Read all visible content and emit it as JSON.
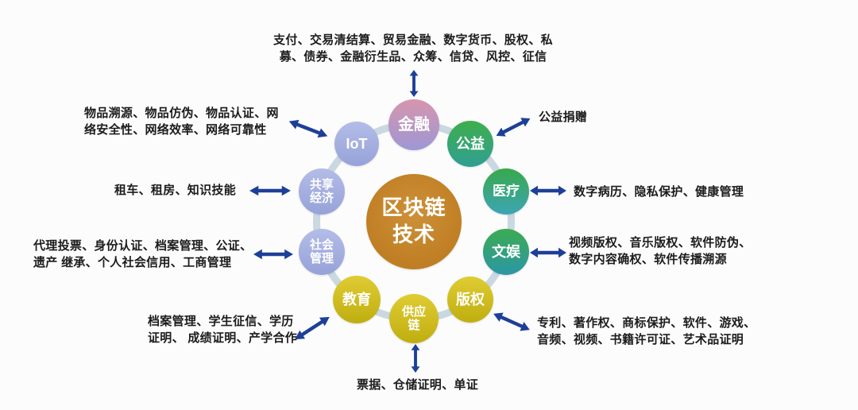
{
  "diagram_title": "区块链技术",
  "center": {
    "label": "区块链技术",
    "fill_color": "#c5852c"
  },
  "ring_color": "#c9d8e1",
  "arrow_color": "#1d3f98",
  "text_color": "#1c1c1c",
  "nodes": {
    "finance": {
      "label": "金融",
      "annotation": "支付、交易清结算、贸易金融、数字货币、股权、私募、债券、金融衍生品、众筹、信贷、风控、征信",
      "color_top": "#d795ad",
      "color_bottom": "#9e97d5"
    },
    "welfare": {
      "label": "公益",
      "annotation": "公益捐赠",
      "color_top": "#3fae4d",
      "color_bottom": "#2f9f92"
    },
    "medical": {
      "label": "医疗",
      "annotation": "数字病历、隐私保护、健康管理",
      "color_top": "#38a94c",
      "color_bottom": "#3ca5b4"
    },
    "ent": {
      "label": "文娱",
      "annotation": "视频版权、音乐版权、软件防伪、数字内容确权、软件传播溯源",
      "color_top": "#3cab51",
      "color_bottom": "#2b97a6"
    },
    "copyright": {
      "label": "版权",
      "annotation": "专利、著作权、商标保护、软件、游戏、音频、视频、书籍许可证、艺术品证明",
      "color_top": "#e0cc33",
      "color_bottom": "#bfae10"
    },
    "supply": {
      "label": "供应链",
      "annotation": "票据、仓储证明、单证",
      "color_top": "#e0cc33",
      "color_bottom": "#bfae10"
    },
    "edu": {
      "label": "教育",
      "annotation": "档案管理、学生征信、学历证明、 成绩证明、产学合作",
      "color_top": "#e0cc33",
      "color_bottom": "#bfae10"
    },
    "social": {
      "label": "社会管理",
      "annotation": "代理投票、身份认证、档案管理、公证、遗产 继承、个人社会信用、工商管理",
      "color_top": "#b4bde8",
      "color_bottom": "#96a2d8"
    },
    "sharing": {
      "label": "共享经济",
      "annotation": "租车、租房、知识技能",
      "color_top": "#b4bde8",
      "color_bottom": "#96a2d8"
    },
    "iot": {
      "label": "IoT",
      "annotation": "物品溯源、物品仿伪、物品认证、网络安全性、网络效率、网络可靠性",
      "color_top": "#b4bde8",
      "color_bottom": "#96a2d8"
    }
  }
}
